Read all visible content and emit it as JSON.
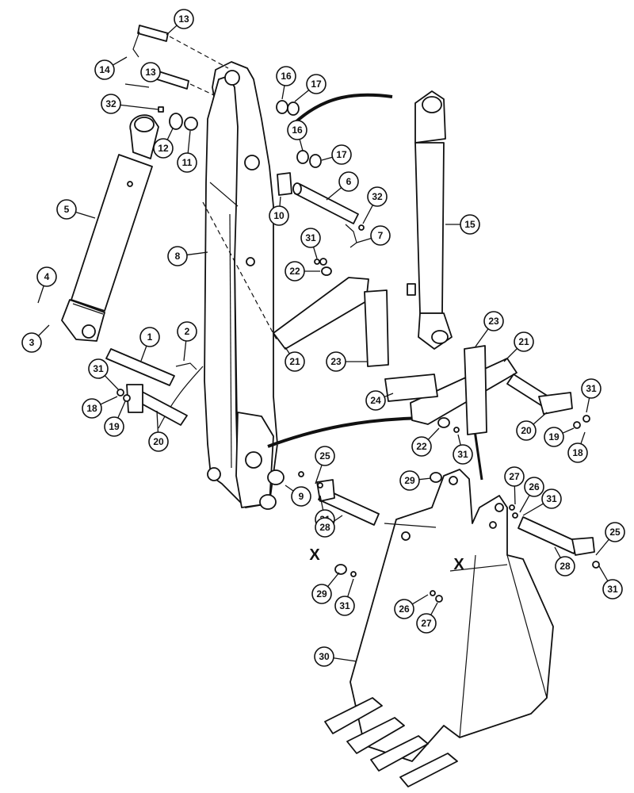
{
  "callouts": [
    {
      "id": "c13a",
      "label": "13"
    },
    {
      "id": "c14",
      "label": "14"
    },
    {
      "id": "c13b",
      "label": "13"
    },
    {
      "id": "c32a",
      "label": "32"
    },
    {
      "id": "c12",
      "label": "12"
    },
    {
      "id": "c11",
      "label": "11"
    },
    {
      "id": "c16a",
      "label": "16"
    },
    {
      "id": "c17a",
      "label": "17"
    },
    {
      "id": "c16b",
      "label": "16"
    },
    {
      "id": "c17b",
      "label": "17"
    },
    {
      "id": "c6",
      "label": "6"
    },
    {
      "id": "c32b",
      "label": "32"
    },
    {
      "id": "c10",
      "label": "10"
    },
    {
      "id": "c7",
      "label": "7"
    },
    {
      "id": "c5",
      "label": "5"
    },
    {
      "id": "c8",
      "label": "8"
    },
    {
      "id": "c15",
      "label": "15"
    },
    {
      "id": "c31a",
      "label": "31"
    },
    {
      "id": "c22a",
      "label": "22"
    },
    {
      "id": "c4",
      "label": "4"
    },
    {
      "id": "c3",
      "label": "3"
    },
    {
      "id": "c1",
      "label": "1"
    },
    {
      "id": "c2",
      "label": "2"
    },
    {
      "id": "c21a",
      "label": "21"
    },
    {
      "id": "c23a",
      "label": "23"
    },
    {
      "id": "c23b",
      "label": "23"
    },
    {
      "id": "c21b",
      "label": "21"
    },
    {
      "id": "c31b",
      "label": "31"
    },
    {
      "id": "c18a",
      "label": "18"
    },
    {
      "id": "c19a",
      "label": "19"
    },
    {
      "id": "c20a",
      "label": "20"
    },
    {
      "id": "c24",
      "label": "24"
    },
    {
      "id": "c31c",
      "label": "31"
    },
    {
      "id": "c20b",
      "label": "20"
    },
    {
      "id": "c19b",
      "label": "19"
    },
    {
      "id": "c18b",
      "label": "18"
    },
    {
      "id": "c22b",
      "label": "22"
    },
    {
      "id": "c31d",
      "label": "31"
    },
    {
      "id": "c25a",
      "label": "25"
    },
    {
      "id": "c29a",
      "label": "29"
    },
    {
      "id": "c27a",
      "label": "27"
    },
    {
      "id": "c26a",
      "label": "26"
    },
    {
      "id": "c31e",
      "label": "31"
    },
    {
      "id": "c9",
      "label": "9"
    },
    {
      "id": "c31f",
      "label": "31"
    },
    {
      "id": "c28a",
      "label": "28"
    },
    {
      "id": "c25b",
      "label": "25"
    },
    {
      "id": "c28b",
      "label": "28"
    },
    {
      "id": "c31g",
      "label": "31"
    },
    {
      "id": "c29b",
      "label": "29"
    },
    {
      "id": "c31h",
      "label": "31"
    },
    {
      "id": "c26b",
      "label": "26"
    },
    {
      "id": "c27b",
      "label": "27"
    },
    {
      "id": "c30",
      "label": "30"
    }
  ],
  "marks": {
    "x_left": "X",
    "x_right": "X"
  }
}
